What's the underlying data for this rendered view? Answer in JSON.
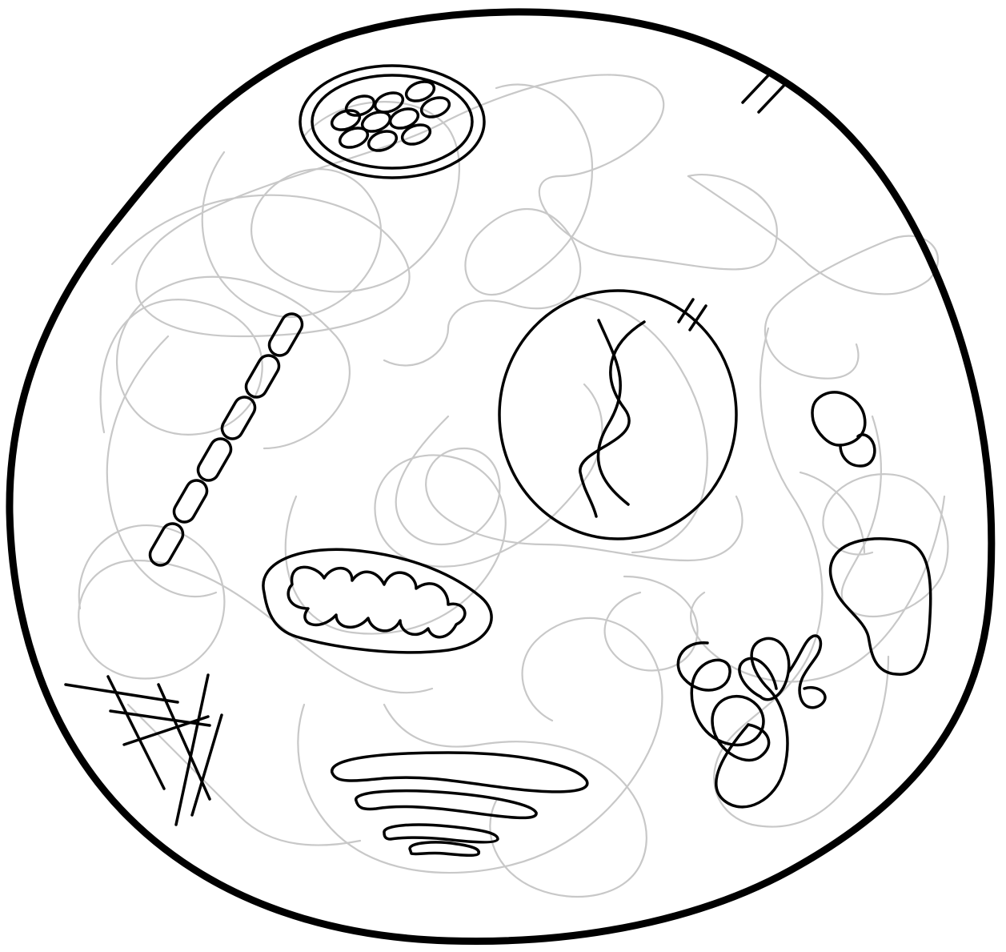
{
  "diagram": {
    "type": "cell-illustration",
    "style": "black line art on white background",
    "labels": [],
    "colors": {
      "background": "#ffffff",
      "outline": "#000000",
      "cytoskeleton": "#c8c8c8"
    },
    "components": [
      "cell-membrane",
      "cytoskeleton-filaments",
      "centrosome",
      "mitochondrion-chain",
      "nucleus",
      "chromosome-strands",
      "mitochondrion",
      "golgi-apparatus",
      "endoplasmic-reticulum",
      "vacuole",
      "lysosome-blob",
      "microtubule-bundle",
      "tick-marks"
    ]
  }
}
